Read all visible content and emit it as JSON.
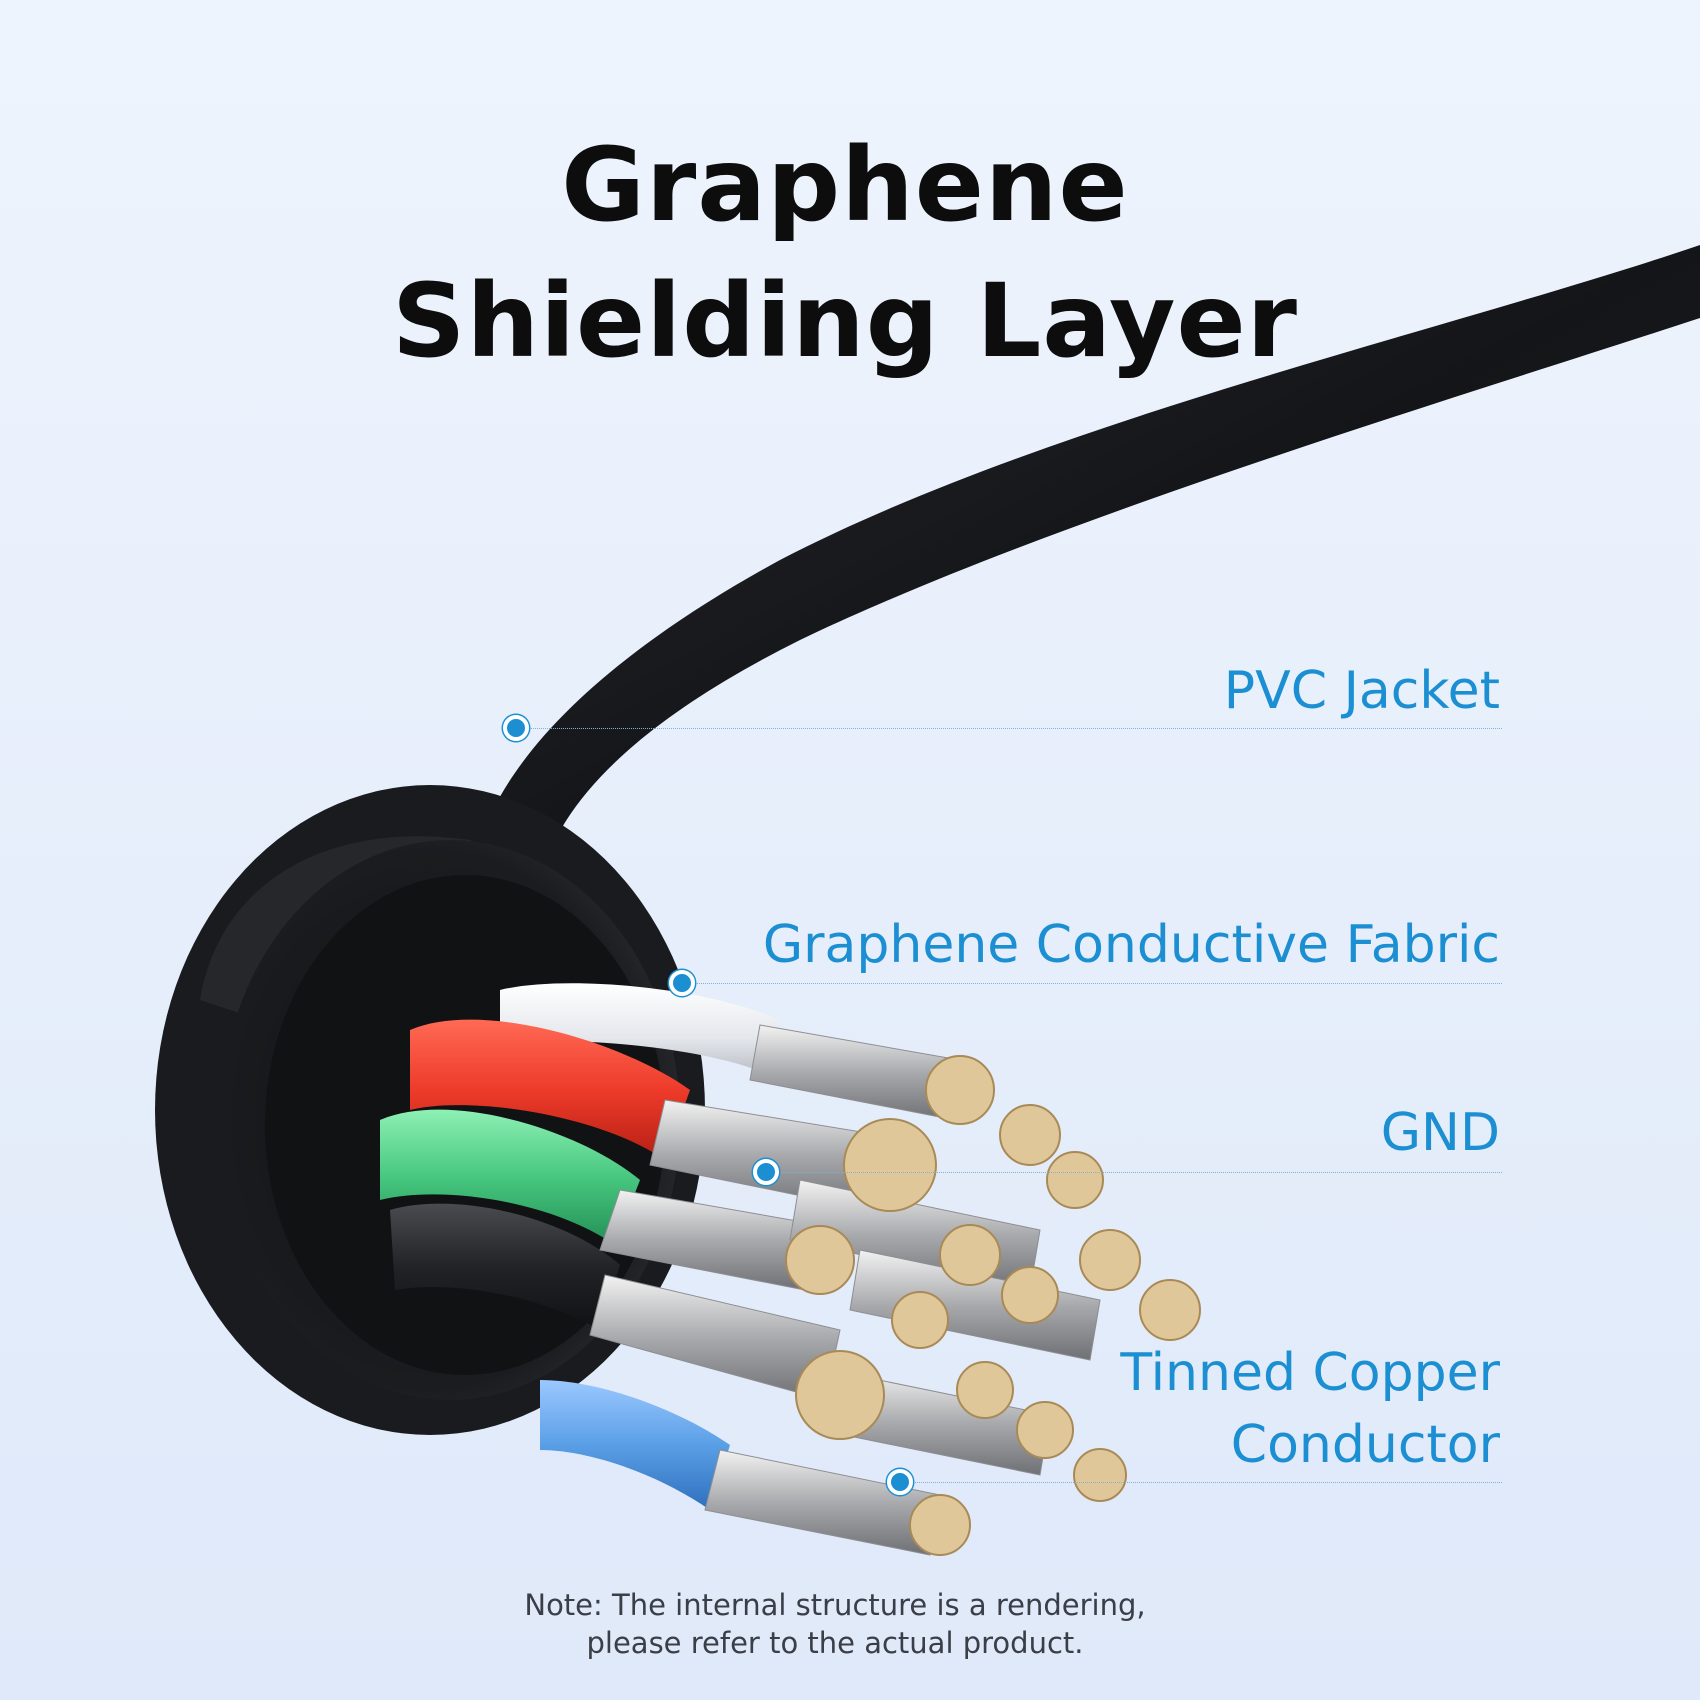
{
  "title": {
    "line1": "Graphene",
    "line2": "Shielding Layer"
  },
  "callouts": [
    {
      "label": "PVC Jacket"
    },
    {
      "label": "Graphene Conductive Fabric"
    },
    {
      "label": "GND"
    },
    {
      "label_line1": "Tinned Copper",
      "label_line2": "Conductor"
    }
  ],
  "note": {
    "line1": "Note: The internal structure is a rendering,",
    "line2": "please refer to the actual product."
  },
  "colors": {
    "accent": "#1b8fd1",
    "cable": "#1c1d20",
    "wire_white": "#e4e7ec",
    "wire_red": "#ee3b2a",
    "wire_green": "#47c77f",
    "wire_black": "#222326",
    "wire_blue": "#5a9fe6",
    "copper_tin": "#e0c79a"
  }
}
